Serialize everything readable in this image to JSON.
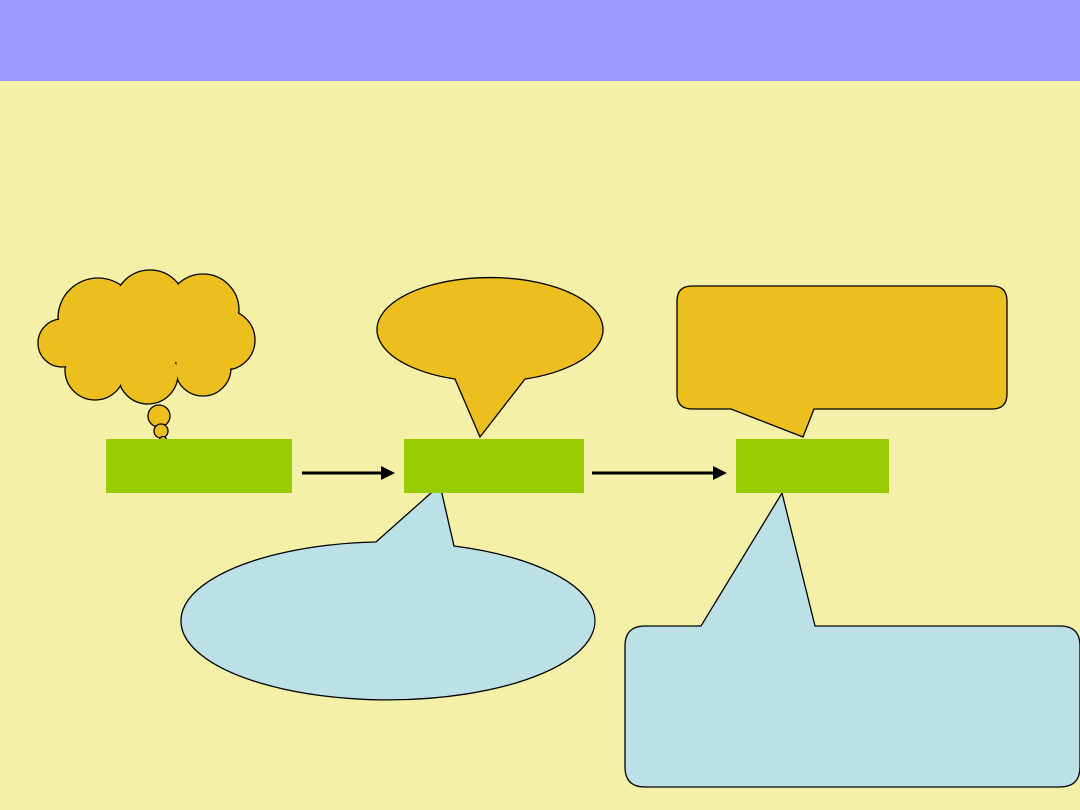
{
  "colors": {
    "header_band": "#9999FF",
    "background": "#F4F0A8",
    "process_box": "#99CC00",
    "callout_gold": "#ECBE1E",
    "callout_blue": "#BBE0E6",
    "outline": "#000000",
    "arrow": "#000000"
  },
  "diagram": {
    "process_boxes": [
      "",
      "",
      ""
    ],
    "callouts": [
      {
        "shape": "cloud",
        "text": ""
      },
      {
        "shape": "oval",
        "text": ""
      },
      {
        "shape": "rounded-rectangle",
        "text": ""
      },
      {
        "shape": "oval",
        "text": ""
      },
      {
        "shape": "rounded-rectangle",
        "text": ""
      }
    ]
  }
}
